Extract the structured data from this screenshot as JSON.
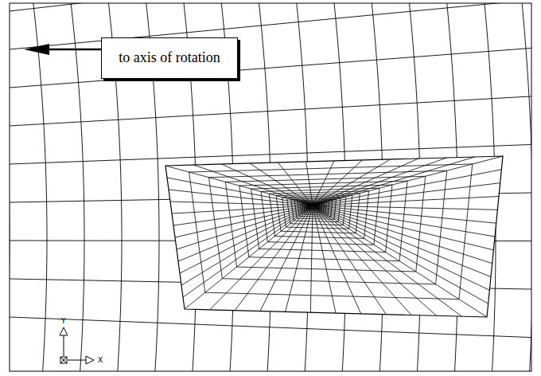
{
  "diagram": {
    "nodes": [
      {
        "text": [
          "to axis of rotation"
        ]
      }
    ],
    "labels": [
      "Y",
      "X"
    ]
  }
}
